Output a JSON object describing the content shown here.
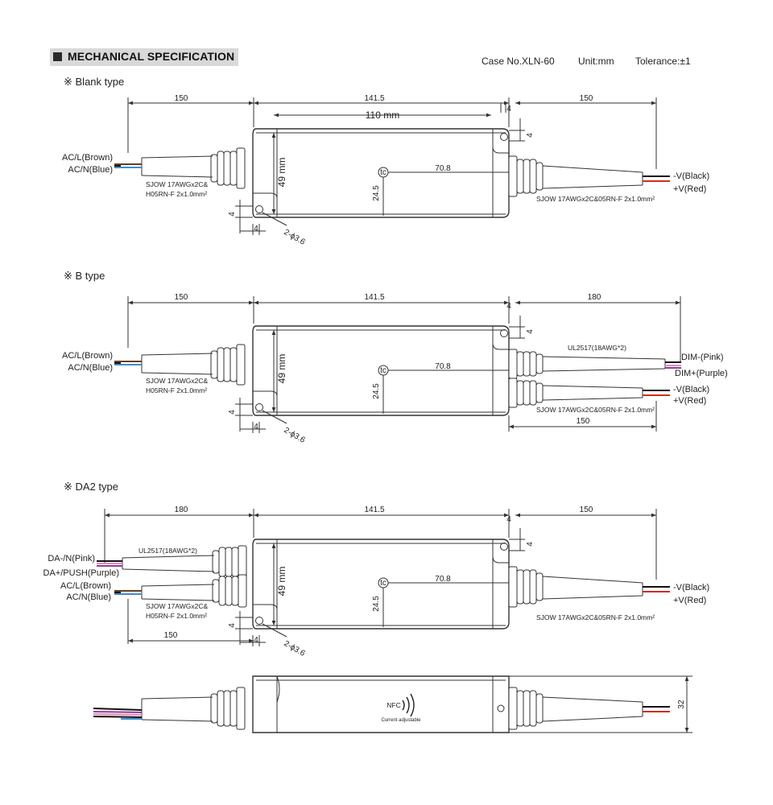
{
  "header": {
    "title": "MECHANICAL SPECIFICATION",
    "case_no": "Case No.XLN-60",
    "unit": "Unit:mm",
    "tolerance": "Tolerance:±1"
  },
  "blank": {
    "label": "※ Blank type",
    "dim_left": "150",
    "dim_body": "141.5",
    "dim_right": "150",
    "dim_inner": "110 mm",
    "dim_height": "49 mm",
    "dim_tc": "70.8",
    "dim_245": "24.5",
    "dim_4": "4",
    "hole": "2-ϕ3.6",
    "ac_l": "AC/L(Brown)",
    "ac_n": "AC/N(Blue)",
    "in_cable_1": "SJOW 17AWGx2C&",
    "in_cable_2": "H05RN-F 2x1.0mm²",
    "out_cable": "SJOW 17AWGx2C&05RN-F 2x1.0mm²",
    "v_neg": "-V(Black)",
    "v_pos": "+V(Red)",
    "tc": "tc"
  },
  "btype": {
    "label": "※ B type",
    "dim_left": "150",
    "dim_body": "141.5",
    "dim_right": "180",
    "dim_bottom": "150",
    "dim_height": "49 mm",
    "dim_tc": "70.8",
    "dim_245": "24.5",
    "dim_4": "4",
    "hole": "2-ϕ3.6",
    "ac_l": "AC/L(Brown)",
    "ac_n": "AC/N(Blue)",
    "in_cable_1": "SJOW 17AWGx2C&",
    "in_cable_2": "H05RN-F 2x1.0mm²",
    "dim_cable": "UL2517(18AWG*2)",
    "dim_neg": "DIM-(Pink)",
    "dim_pos": "DIM+(Purple)",
    "out_cable": "SJOW 17AWGx2C&05RN-F 2x1.0mm²",
    "v_neg": "-V(Black)",
    "v_pos": "+V(Red)",
    "tc": "tc"
  },
  "da2": {
    "label": "※ DA2 type",
    "dim_left": "180",
    "dim_body": "141.5",
    "dim_right": "150",
    "dim_bottom": "150",
    "dim_height": "49 mm",
    "dim_tc": "70.8",
    "dim_245": "24.5",
    "dim_4": "4",
    "hole": "2-ϕ3.6",
    "da_n": "DA-/N(Pink)",
    "da_p": "DA+/PUSH(Purple)",
    "ac_l": "AC/L(Brown)",
    "ac_n": "AC/N(Blue)",
    "da_cable": "UL2517(18AWG*2)",
    "in_cable_1": "SJOW 17AWGx2C&",
    "in_cable_2": "H05RN-F 2x1.0mm²",
    "out_cable": "SJOW 17AWGx2C&05RN-F 2x1.0mm²",
    "v_neg": "-V(Black)",
    "v_pos": "+V(Red)",
    "tc": "tc"
  },
  "side": {
    "nfc": "NFC",
    "current": "Current adjustable",
    "dim_32": "32"
  },
  "colors": {
    "brown": "#6b3e1e",
    "blue": "#3a8fd0",
    "pink": "#e58ab6",
    "purple": "#8e3d9b",
    "black": "#111111",
    "red": "#d62a1e",
    "header_bg": "#d9d9d9",
    "line": "#333333"
  }
}
